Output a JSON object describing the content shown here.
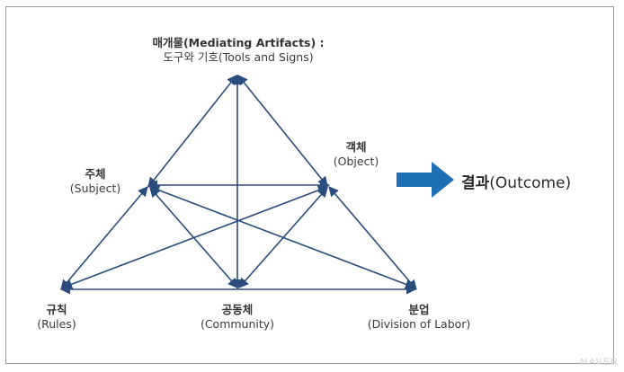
{
  "nodes": {
    "artifacts": {
      "title": "매개물(Mediating Artifacts) :",
      "subtitle": "도구와 기호(Tools and Signs)"
    },
    "object": {
      "title": "객체",
      "subtitle": "(Object)"
    },
    "subject": {
      "title": "주체",
      "subtitle": "(Subject)"
    },
    "rules": {
      "title": "규칙",
      "subtitle": "(Rules)"
    },
    "community": {
      "title": "공동체",
      "subtitle": "(Community)"
    },
    "division": {
      "title": "분업",
      "subtitle": "(Division of Labor)"
    }
  },
  "outcome": {
    "ko": "결과",
    "en": "(Outcome)"
  },
  "watermark": "NAVER",
  "colors": {
    "line": "#2b4c7e",
    "outcome_arrow": "#1f6fb5",
    "border": "#9a9a9a"
  }
}
